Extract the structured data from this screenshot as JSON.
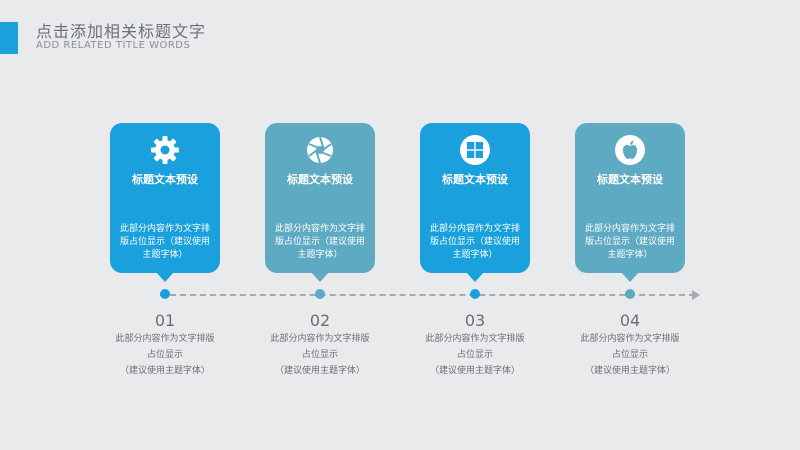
{
  "header": {
    "title": "点击添加相关标题文字",
    "subtitle": "ADD RELATED TITLE WORDS",
    "accent_color": "#1aa0dc"
  },
  "colors": {
    "blue": "#1aa0dc",
    "teal": "#5faac3",
    "timeline": "#a6aab0",
    "text": "#6a6f76"
  },
  "cards": [
    {
      "icon": "gear-icon",
      "title": "标题文本预设",
      "body": "此部分内容作为文字排版占位显示（建议使用主题字体）",
      "color": "#1aa0dc"
    },
    {
      "icon": "aperture-icon",
      "title": "标题文本预设",
      "body": "此部分内容作为文字排版占位显示（建议使用主题字体）",
      "color": "#5faac3"
    },
    {
      "icon": "windows-icon",
      "title": "标题文本预设",
      "body": "此部分内容作为文字排版占位显示（建议使用主题字体）",
      "color": "#1aa0dc"
    },
    {
      "icon": "apple-icon",
      "title": "标题文本预设",
      "body": "此部分内容作为文字排版占位显示（建议使用主题字体）",
      "color": "#5faac3"
    }
  ],
  "steps": [
    {
      "number": "01",
      "line1": "此部分内容作为文字排版",
      "line2": "占位显示",
      "line3": "（建议使用主题字体）"
    },
    {
      "number": "02",
      "line1": "此部分内容作为文字排版",
      "line2": "占位显示",
      "line3": "（建议使用主题字体）"
    },
    {
      "number": "03",
      "line1": "此部分内容作为文字排版",
      "line2": "占位显示",
      "line3": "（建议使用主题字体）"
    },
    {
      "number": "04",
      "line1": "此部分内容作为文字排版",
      "line2": "占位显示",
      "line3": "（建议使用主题字体）"
    }
  ]
}
